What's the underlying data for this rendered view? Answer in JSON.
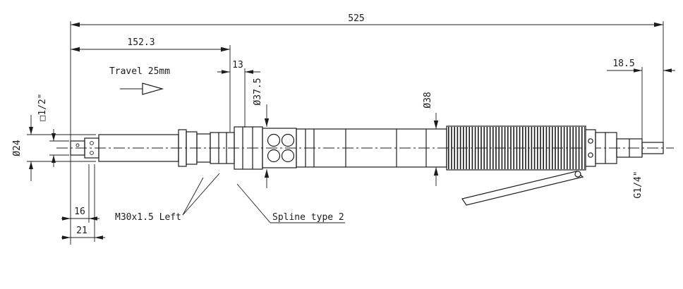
{
  "labels": {
    "overall_length": "525",
    "front_section_length": "152.3",
    "travel_note": "Travel 25mm",
    "collar_width": "13",
    "spline_diameter": "Ø37.5",
    "body_diameter": "Ø38",
    "inlet_length": "18.5",
    "square_drive_size": "□1/2\"",
    "spindle_diameter": "Ø24",
    "drive_length": "16",
    "drive_total_length": "21",
    "thread_note": "M30x1.5 Left",
    "spline_note": "Spline type 2",
    "air_inlet_thread": "G1/4\""
  },
  "colors": {
    "line": "#1c1c1c",
    "background": "#ffffff"
  }
}
